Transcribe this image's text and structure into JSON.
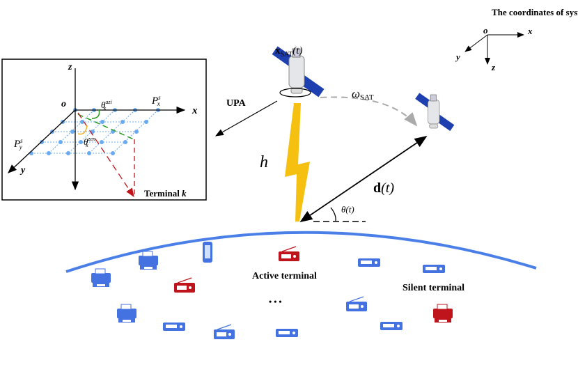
{
  "labels": {
    "coord_title": "The coordinates of system",
    "coord_o": "o",
    "coord_x": "x",
    "coord_y": "y",
    "coord_z": "z",
    "x_sat_main": "x",
    "x_sat_sub": "SAT",
    "x_sat_arg": "(t)",
    "omega_main": "ω",
    "omega_sub": "SAT",
    "upa": "UPA",
    "h": "h",
    "d_main": "d",
    "d_arg": "(t)",
    "theta": "θ(t)",
    "active": "Active terminal",
    "silent": "Silent terminal",
    "ellipsis": "• • •"
  },
  "inset": {
    "z": "z",
    "o": "o",
    "x": "x",
    "y": "y",
    "px": "P",
    "px_sup": "s",
    "px_sub": "x",
    "py": "P",
    "py_sup": "s",
    "py_sub": "y",
    "theta_azi": "θ",
    "theta_azi_sub": "k",
    "theta_azi_sup": "azi",
    "theta_zen": "θ",
    "theta_zen_sub": "k",
    "theta_zen_sup": "zen",
    "terminal": "Terminal ",
    "terminal_k": "k"
  },
  "colors": {
    "active": "#c0141c",
    "silent": "#4472e0",
    "earth": "#4a7fe8",
    "bolt": "#f5c010",
    "grid": "#6aaaf0"
  }
}
